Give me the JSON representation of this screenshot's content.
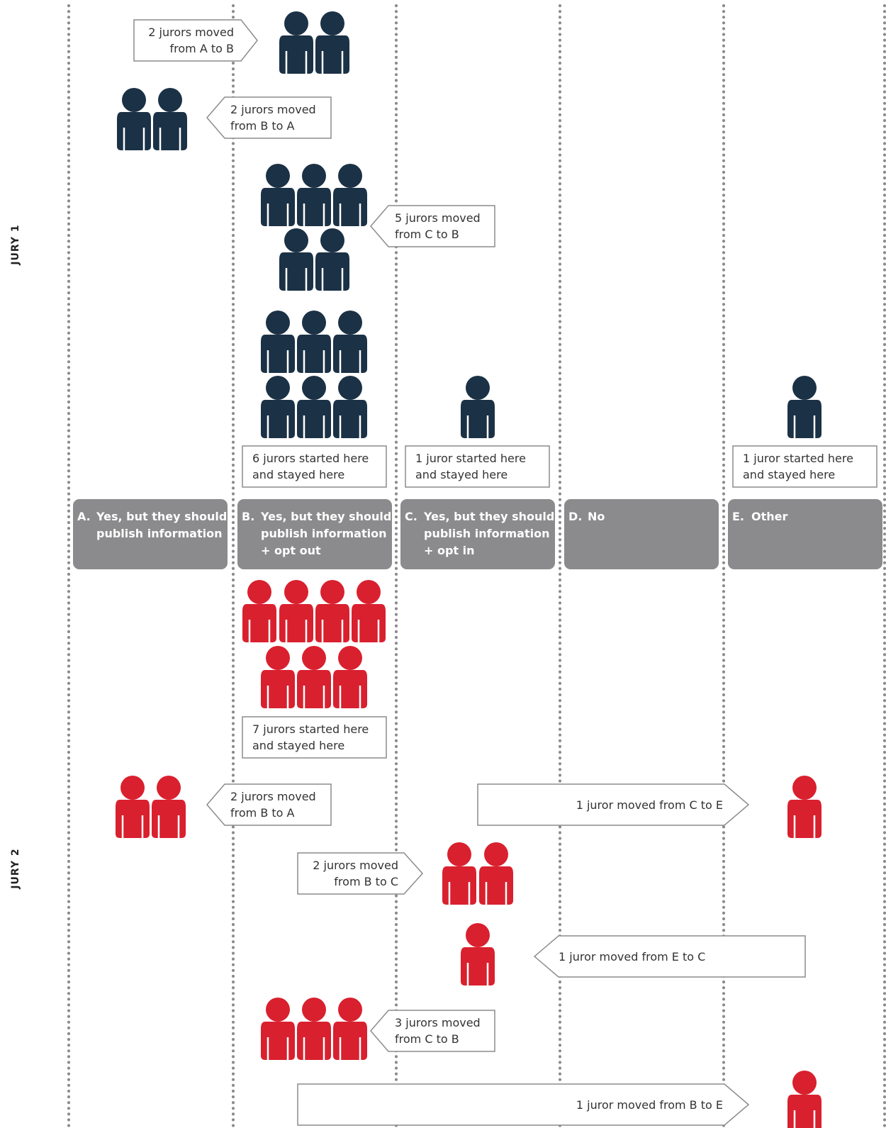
{
  "jury_labels": [
    "JURY 1",
    "JURY 2"
  ],
  "colors": {
    "jury1": "#1b3145",
    "jury2": "#d9202e",
    "header_bg": "#8b8b8d",
    "divider": "#8a8a8a",
    "box_border": "#8c8c8c"
  },
  "icon": "person-icon",
  "categories": [
    {
      "letter": "A.",
      "lines": [
        "Yes, but they should",
        "publish information"
      ]
    },
    {
      "letter": "B.",
      "lines": [
        "Yes, but they should",
        "publish information",
        "+ opt out"
      ]
    },
    {
      "letter": "C.",
      "lines": [
        "Yes, but they should",
        "publish information",
        "+ opt in"
      ]
    },
    {
      "letter": "D.",
      "lines": [
        "No"
      ]
    },
    {
      "letter": "E.",
      "lines": [
        "Other"
      ]
    }
  ],
  "jury1": {
    "stayed": [
      {
        "column": "B",
        "count": 6,
        "lines": [
          "6 jurors started here",
          "and stayed here"
        ]
      },
      {
        "column": "C",
        "count": 1,
        "lines": [
          "1 juror started here",
          "and stayed here"
        ]
      },
      {
        "column": "E",
        "count": 1,
        "lines": [
          "1 juror started here",
          "and stayed here"
        ]
      }
    ],
    "moves": [
      {
        "from": "A",
        "to": "B",
        "count": 2,
        "lines": [
          "2 jurors moved",
          "from A to B"
        ]
      },
      {
        "from": "B",
        "to": "A",
        "count": 2,
        "lines": [
          "2 jurors moved",
          "from B to A"
        ]
      },
      {
        "from": "C",
        "to": "B",
        "count": 5,
        "lines": [
          "5 jurors moved",
          "from C to B"
        ]
      }
    ]
  },
  "jury2": {
    "stayed": [
      {
        "column": "B",
        "count": 7,
        "lines": [
          "7 jurors started here",
          "and stayed here"
        ]
      }
    ],
    "moves": [
      {
        "from": "B",
        "to": "A",
        "count": 2,
        "lines": [
          "2 jurors moved",
          "from B to A"
        ]
      },
      {
        "from": "C",
        "to": "E",
        "count": 1,
        "lines": [
          "1 juror moved from C to E"
        ]
      },
      {
        "from": "B",
        "to": "C",
        "count": 2,
        "lines": [
          "2 jurors moved",
          "from B to C"
        ]
      },
      {
        "from": "E",
        "to": "C",
        "count": 1,
        "lines": [
          "1 juror moved from E to C"
        ]
      },
      {
        "from": "C",
        "to": "B",
        "count": 3,
        "lines": [
          "3 jurors moved",
          "from C to B"
        ]
      },
      {
        "from": "B",
        "to": "E",
        "count": 1,
        "lines": [
          "1 juror moved from B to E"
        ]
      }
    ]
  }
}
